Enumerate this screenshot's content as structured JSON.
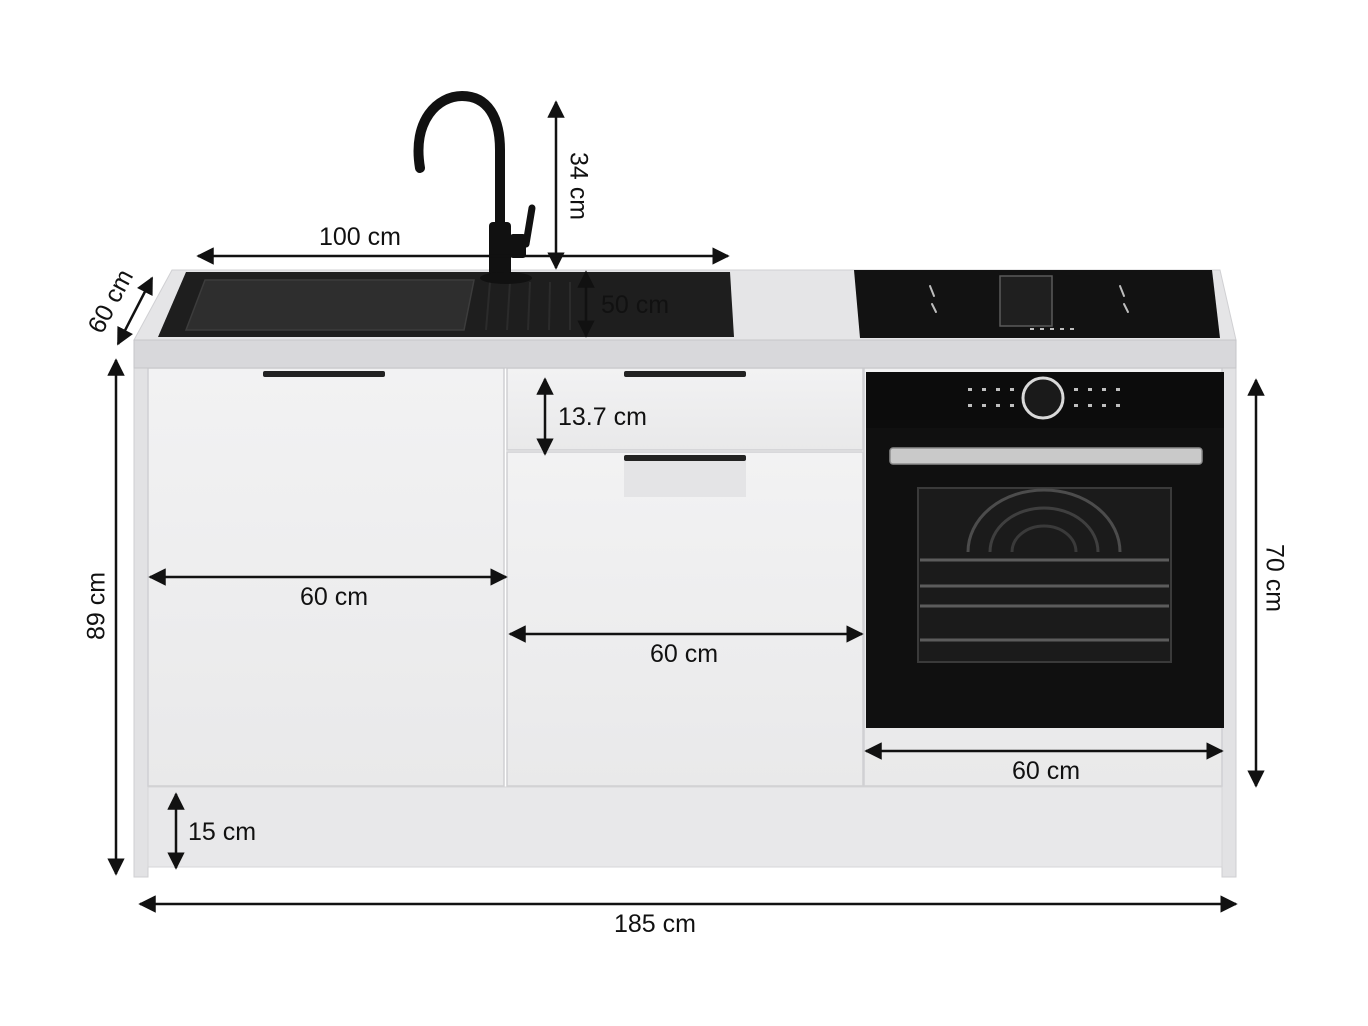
{
  "colors": {
    "background": "#ffffff",
    "cabinet_front": "#ededee",
    "cabinet_edge": "#d4d4d6",
    "worktop": "#e6e6e8",
    "worktop_front": "#cfcfd2",
    "sink": "#1c1c1c",
    "appliance_black": "#111111",
    "dimension_line": "#111111"
  },
  "icons": {
    "faucet": "faucet-icon",
    "sink": "sink-icon",
    "cooktop": "induction-cooktop-icon",
    "oven": "oven-icon",
    "arrow": "double-arrow-icon"
  },
  "dimensions": {
    "faucet_height": "34 cm",
    "sink_width": "100 cm",
    "sink_depth": "50 cm",
    "worktop_depth": "60 cm",
    "total_height": "89 cm",
    "drawer_height": "13.7 cm",
    "oven_height": "70 cm",
    "left_cabinet_width": "60 cm",
    "middle_cabinet_width": "60 cm",
    "oven_cabinet_width": "60 cm",
    "plinth_height": "15 cm",
    "total_width": "185 cm"
  }
}
